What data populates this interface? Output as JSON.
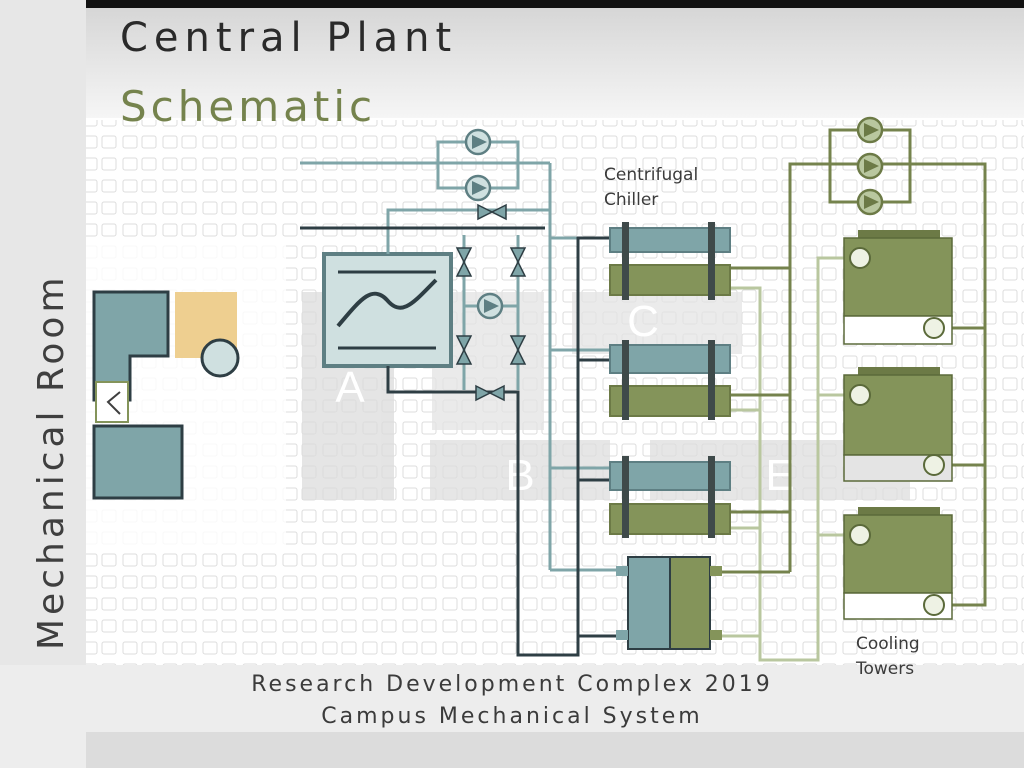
{
  "title": {
    "line1": "Central Plant",
    "line2": "Schematic"
  },
  "labels": {
    "block_a": "A",
    "block_b": "B",
    "block_c": "C",
    "block_e": "E",
    "chiller_note": "Centrifugal Chiller",
    "cooling_tower_note": "Cooling Towers"
  },
  "sidebar": {
    "vertical_text": "Mechanical Room"
  },
  "footer": {
    "line1": "Research Development Complex 2019",
    "line2": "Campus Mechanical System"
  },
  "colors": {
    "chilled_blue": "#7fa5a8",
    "condenser_green": "#84945a",
    "pipe_light": "#b9c79f",
    "pipe_dark": "#2e3e44",
    "exchanger_fill": "#cfe0e0",
    "accent_tan": "#eecf90"
  }
}
